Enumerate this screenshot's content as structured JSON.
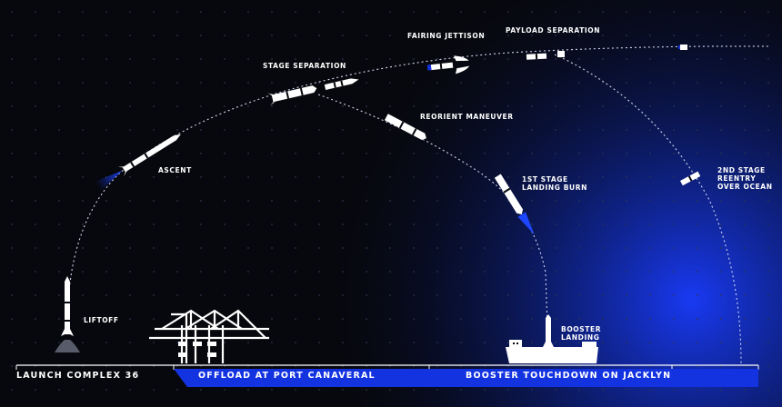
{
  "colors": {
    "background": "#07080d",
    "accent_blue": "#1433e0",
    "glow_blue": "#1a3cff",
    "white": "#ffffff",
    "grid_dot": "#2b3350"
  },
  "labels": {
    "liftoff": "LIFTOFF",
    "ascent": "ASCENT",
    "stage_separation": "STAGE SEPARATION",
    "fairing_jettison": "FAIRING JETTISON",
    "payload_separation": "PAYLOAD SEPARATION",
    "reorient_maneuver": "REORIENT MANEUVER",
    "landing_burn": "1ST STAGE\nLANDING BURN",
    "reentry": "2ND STAGE\nREENTRY\nOVER OCEAN",
    "booster_landing": "BOOSTER\nLANDING"
  },
  "bottom_bar": {
    "launch_complex": "LAUNCH COMPLEX 36",
    "offload": "OFFLOAD AT PORT CANAVERAL",
    "touchdown": "BOOSTER TOUCHDOWN ON JACKLYN"
  },
  "icons": [
    "rocket-icon",
    "port-crane-icon",
    "landing-ship-icon",
    "payload-icon"
  ]
}
